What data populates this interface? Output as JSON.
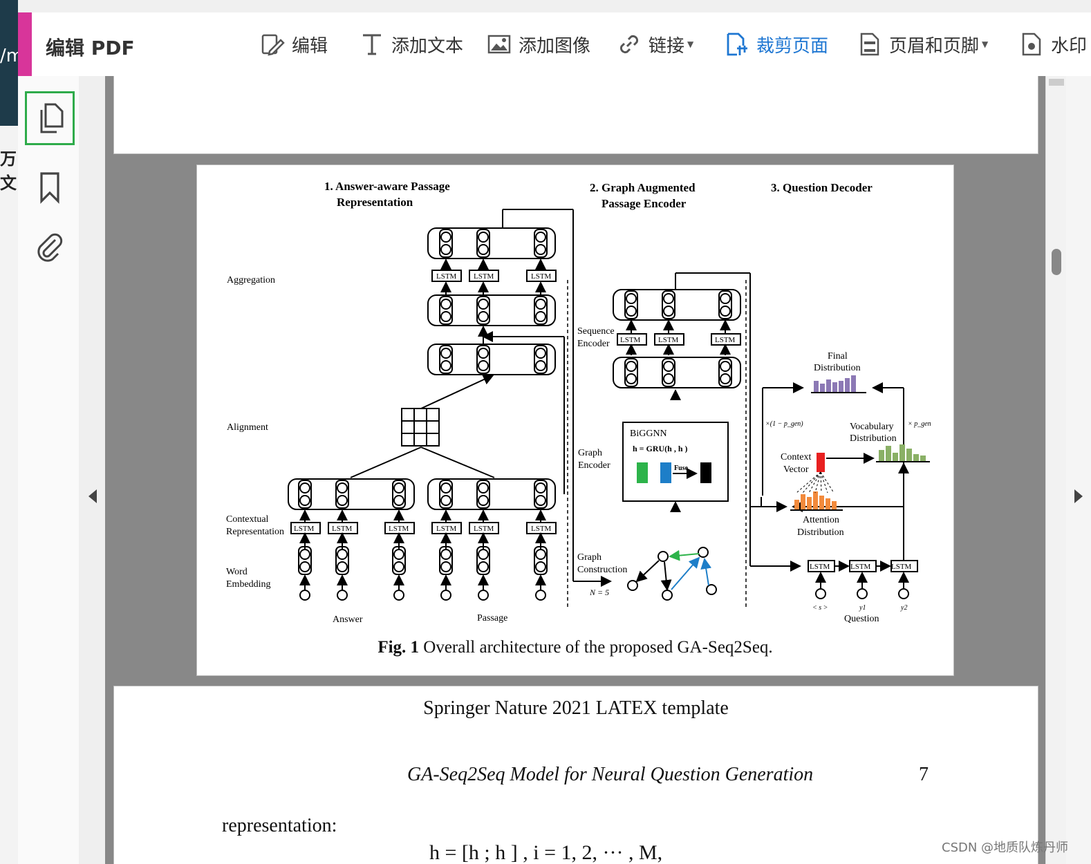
{
  "edge": {
    "frag_top": "/m",
    "frag_mid": "万文"
  },
  "toolbar": {
    "title": "编辑 PDF",
    "items": [
      {
        "label": "编辑",
        "icon": "edit-icon"
      },
      {
        "label": "添加文本",
        "icon": "text-icon"
      },
      {
        "label": "添加图像",
        "icon": "image-icon"
      },
      {
        "label": "链接",
        "icon": "link-icon",
        "dropdown": true
      },
      {
        "label": "裁剪页面",
        "icon": "crop-page-icon",
        "active": true
      },
      {
        "label": "页眉和页脚",
        "icon": "header-footer-icon",
        "dropdown": true
      },
      {
        "label": "水印",
        "icon": "watermark-icon"
      }
    ],
    "active_color": "#1d76d2"
  },
  "sidebar": {
    "items": [
      "pages-icon",
      "bookmark-icon",
      "attachment-icon"
    ],
    "selected_color": "#2eab4a"
  },
  "figure": {
    "sections": [
      "1. Answer-aware Passage",
      "Representation",
      "2. Graph Augmented",
      "Passage Encoder",
      "3. Question Decoder"
    ],
    "row_labels": [
      "Aggregation",
      "Alignment",
      "Contextual",
      "Representation",
      "Word",
      "Embedding",
      "Sequence",
      "Encoder",
      "Graph",
      "Encoder",
      "Graph",
      "Construction"
    ],
    "lstm": "LSTM",
    "answer": "Answer",
    "passage": "Passage",
    "biggnn": "BiGGNN",
    "gru_formula": "h = GRU(h , h )",
    "fuse": "Fuse",
    "n_label": "N = 5",
    "final_distribution": [
      "Final",
      "Distribution"
    ],
    "vocab_distribution": [
      "Vocabulary",
      "Distribution"
    ],
    "context_vector": [
      "Context",
      "Vector"
    ],
    "attention_distribution": [
      "Attention",
      "Distribution"
    ],
    "one_minus_pgen": "×(1 − p_gen)",
    "pgen": "× p_gen",
    "question": "Question",
    "dec_inputs": [
      "< s >",
      "y1",
      "y2"
    ],
    "caption_label": "Fig. 1",
    "caption_text": "Overall architecture of the proposed GA-Seq2Seq.",
    "colors": {
      "green": "#2db34a",
      "blue": "#1d7ec8",
      "red": "#e82020",
      "orange": "#f28a3c",
      "purple": "#8c79b5",
      "vocab_green": "#8ab066"
    }
  },
  "page2": {
    "running_head": "Springer Nature 2021 LATEX template",
    "section_title": "GA-Seq2Seq Model for Neural Question Generation",
    "page_number": "7",
    "paragraph": "representation:",
    "equation": "h = [h ; h ] , i = 1, 2, ··· , M,"
  },
  "watermark": "CSDN @地质队炼丹师"
}
